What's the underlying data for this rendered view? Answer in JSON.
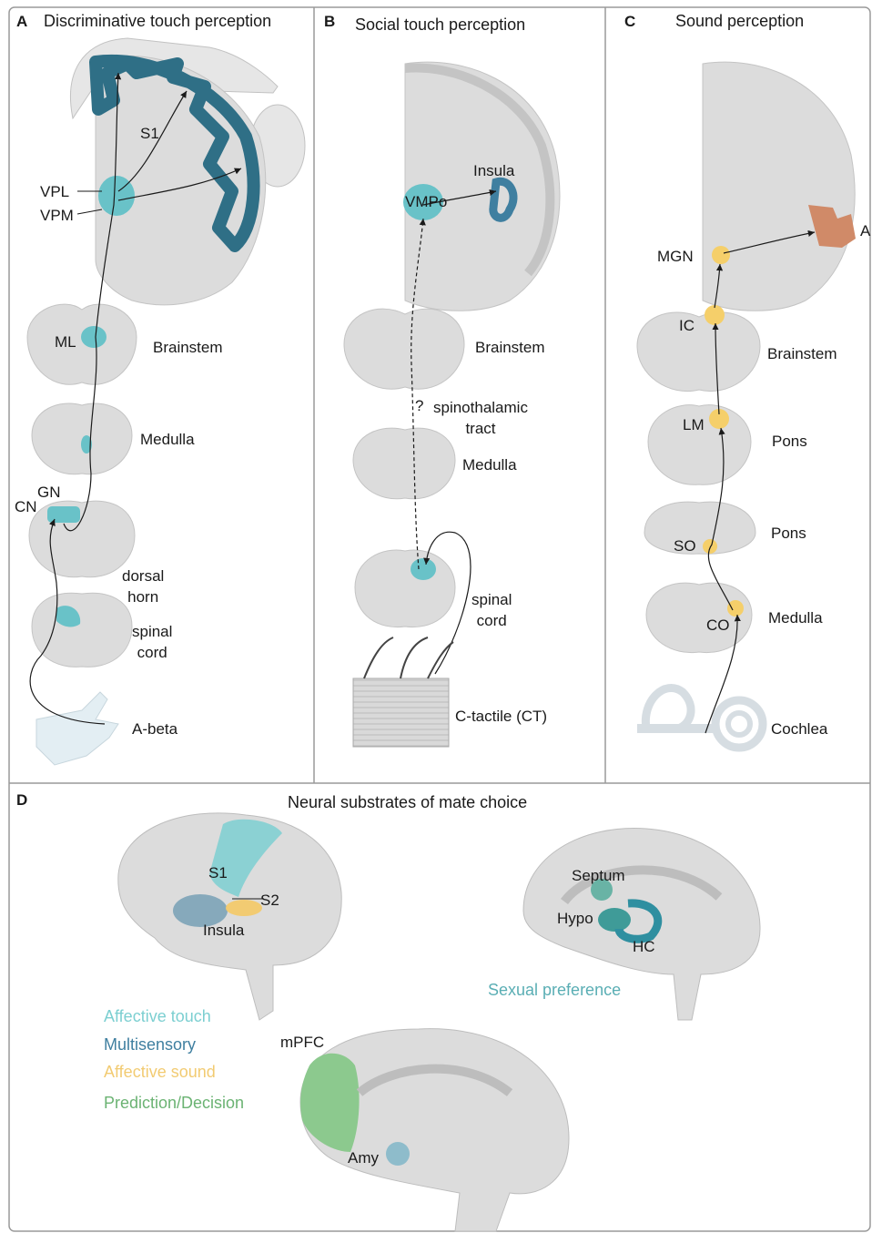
{
  "panels": {
    "a": {
      "letter": "A",
      "title": "Discriminative touch perception"
    },
    "b": {
      "letter": "B",
      "title": "Social touch perception"
    },
    "c": {
      "letter": "C",
      "title": "Sound perception"
    },
    "d": {
      "letter": "D",
      "title": "Neural substrates of mate choice"
    }
  },
  "labels_a": {
    "s1": "S1",
    "vpl": "VPL",
    "vpm": "VPM",
    "ml": "ML",
    "brainstem": "Brainstem",
    "medulla": "Medulla",
    "gn": "GN",
    "cn": "CN",
    "dorsal_horn": "dorsal\nhorn",
    "spinal_cord": "spinal\ncord",
    "abeta": "A-beta"
  },
  "labels_b": {
    "insula": "Insula",
    "vmpo": "VMPo",
    "brainstem": "Brainstem",
    "q": "?",
    "tract": "spinothalamic\ntract",
    "medulla": "Medulla",
    "spinal_cord": "spinal\ncord",
    "ct": "C-tactile (CT)"
  },
  "labels_c": {
    "a": "A",
    "mgn": "MGN",
    "ic": "IC",
    "brainstem": "Brainstem",
    "lm": "LM",
    "pons1": "Pons",
    "so": "SO",
    "pons2": "Pons",
    "co": "CO",
    "medulla": "Medulla",
    "cochlea": "Cochlea"
  },
  "labels_d": {
    "s1": "S1",
    "s2": "S2",
    "insula": "Insula",
    "septum": "Septum",
    "hypo": "Hypo",
    "hc": "HC",
    "sexual_preference": "Sexual preference",
    "mpfc": "mPFC",
    "amy": "Amy"
  },
  "legend": [
    {
      "label": "Affective touch",
      "color": "#7ccfd1"
    },
    {
      "label": "Multisensory",
      "color": "#3f7fa0"
    },
    {
      "label": "Affective sound",
      "color": "#f2cb72"
    },
    {
      "label": "Prediction/Decision",
      "color": "#6bb373"
    }
  ],
  "colors": {
    "cortex_dark": "#2f6f86",
    "teal": "#69c2c8",
    "gold": "#f5cf6a",
    "auditory": "#d08a68",
    "green": "#8cc98e",
    "gray": "#dcdcdc",
    "gray_dark": "#b9b9b9"
  }
}
